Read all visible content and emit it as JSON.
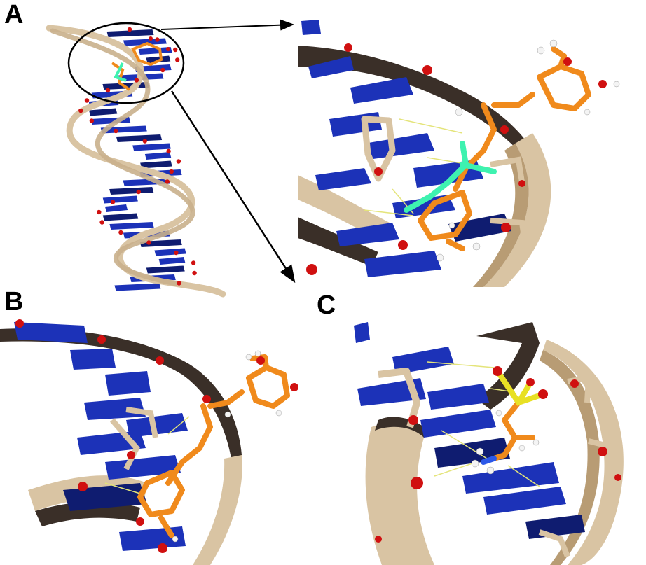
{
  "panels": {
    "a": {
      "label": "A"
    },
    "b": {
      "label": "B"
    },
    "c": {
      "label": "C"
    }
  },
  "colors": {
    "backbone": "#d9c4a3",
    "backbone_shadow": "#3a2f28",
    "base": "#1c32b8",
    "base_dark": "#0f1c70",
    "oxygen": "#d01010",
    "ligand": "#f08a1c",
    "ligand_alt": "#3ef2b0",
    "hydrogen": "#f4f4f4",
    "sulfur": "#e8e024",
    "nitrogen": "#2c58e8",
    "hbond": "#e4e47a",
    "outline": "#000000"
  }
}
